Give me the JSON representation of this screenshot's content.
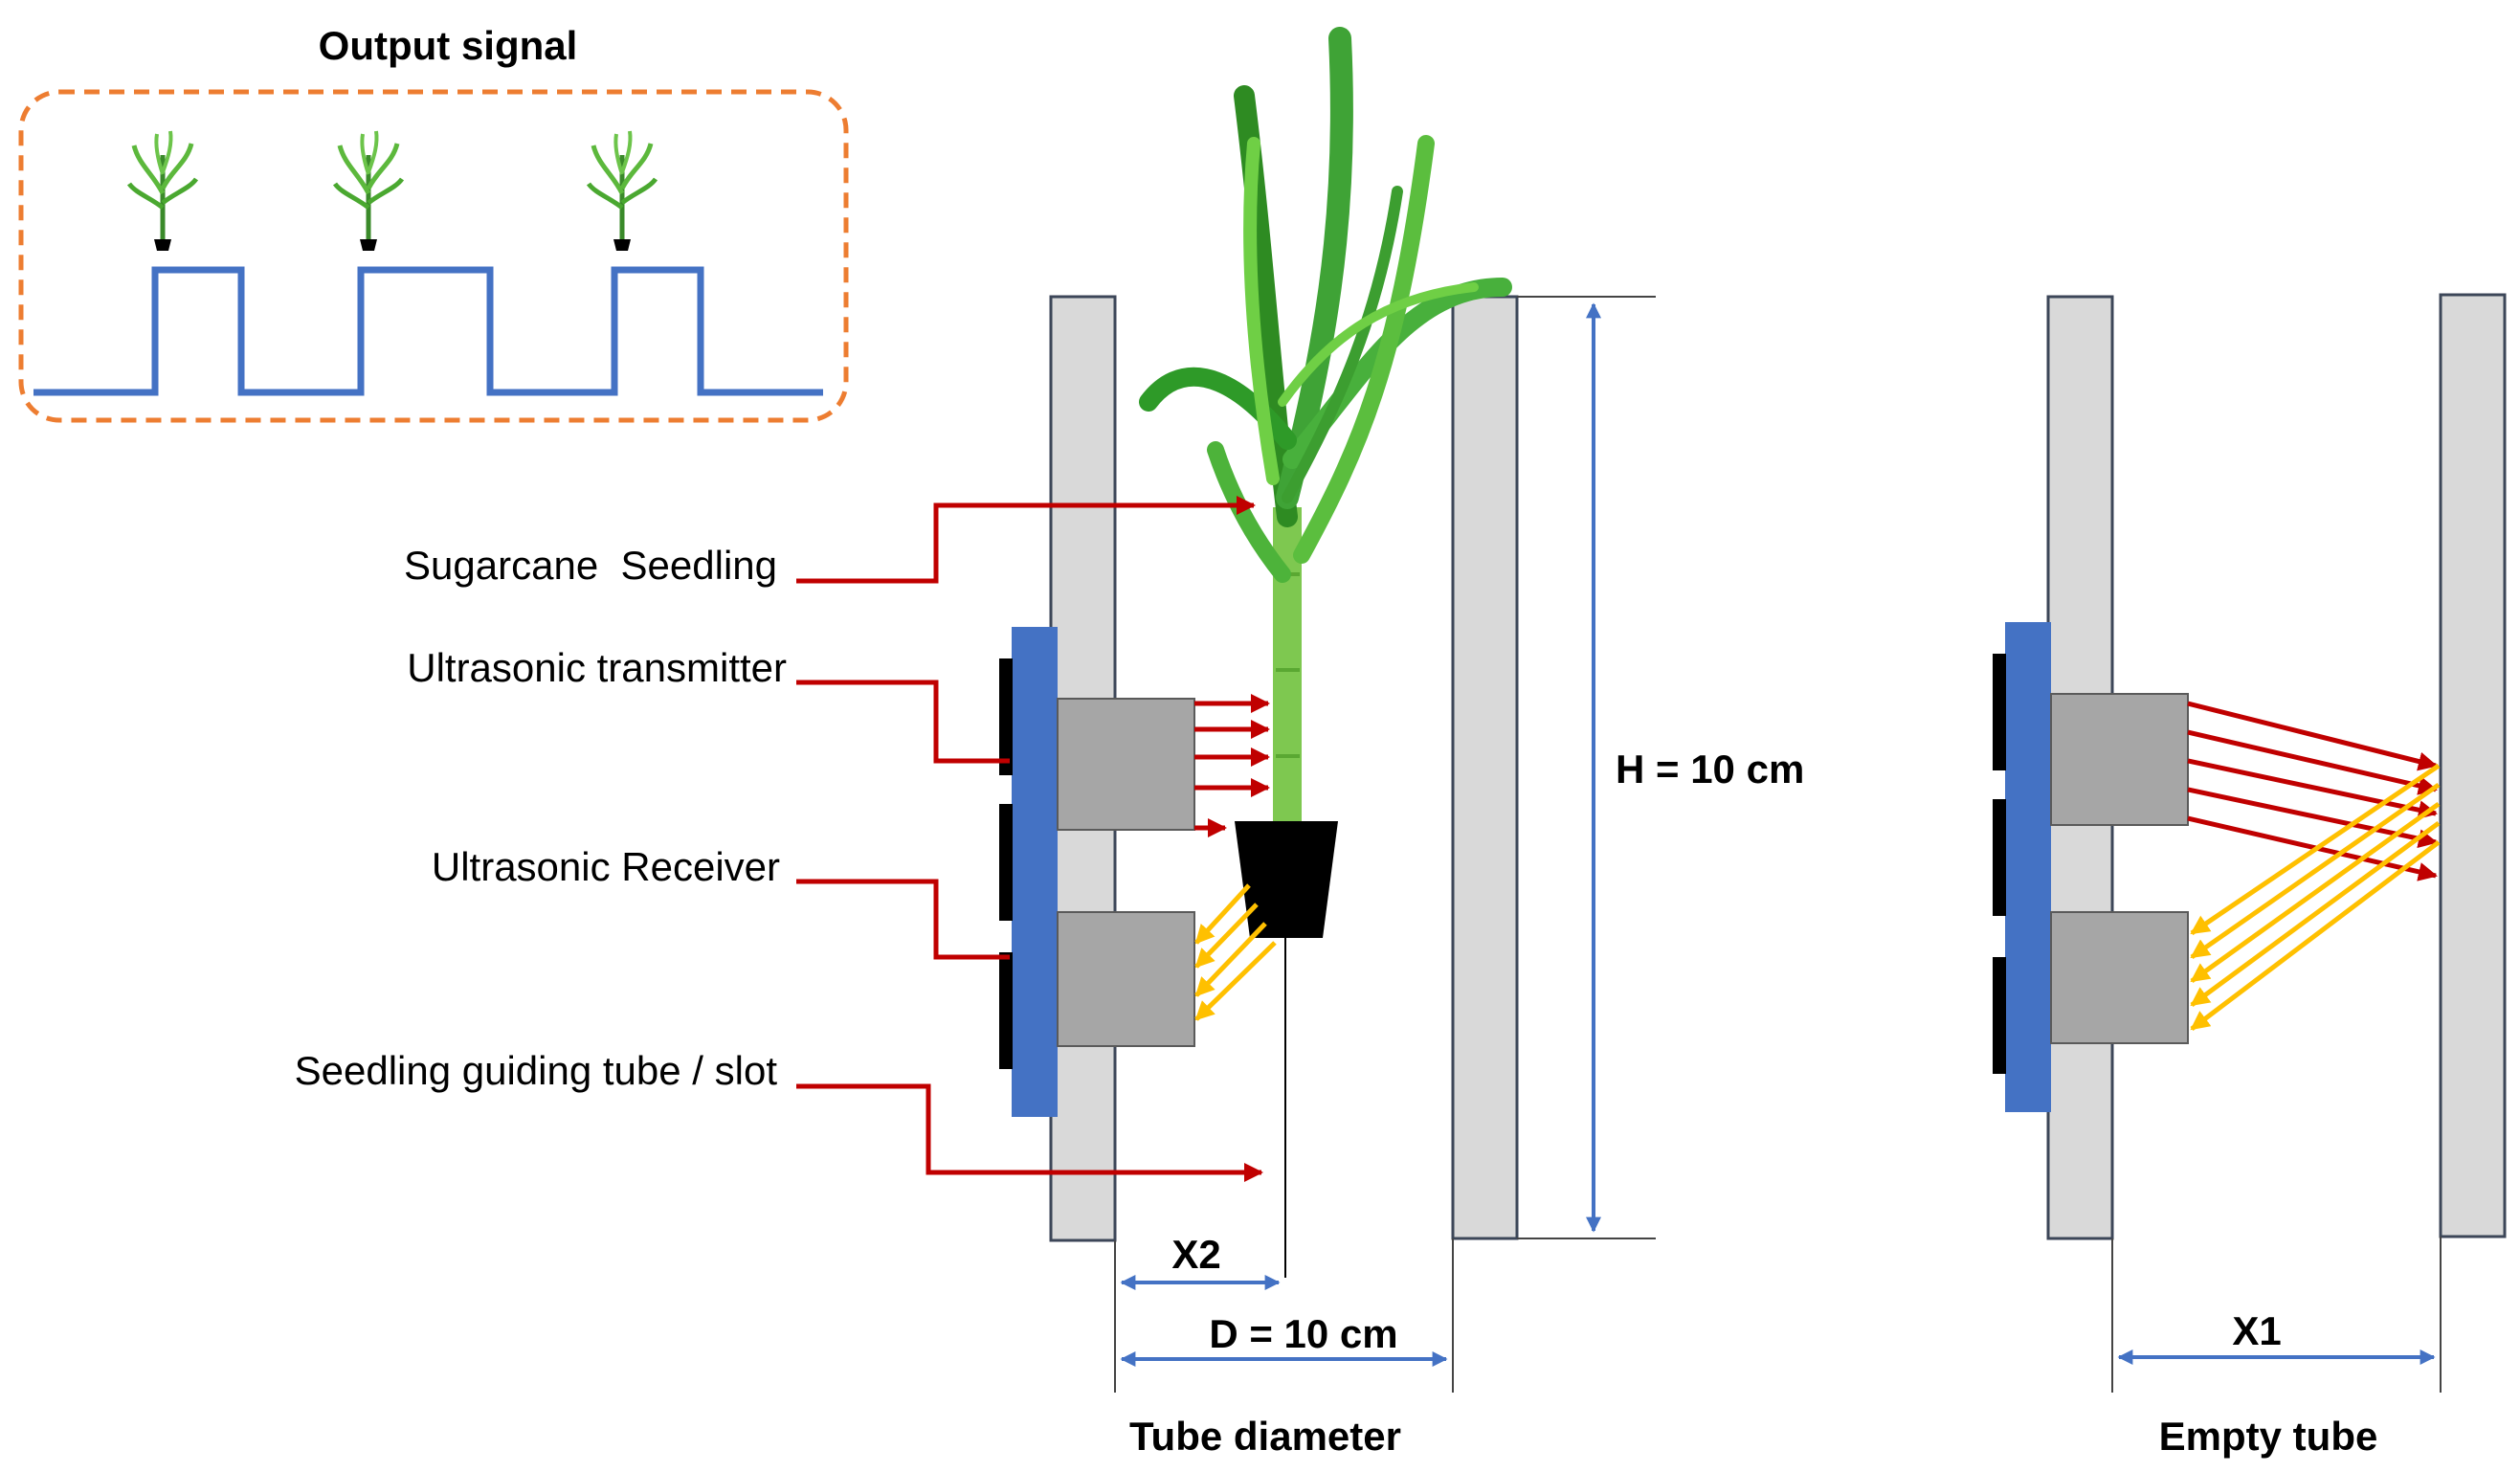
{
  "labels": {
    "output_signal": "Output signal",
    "sugarcane_seedling": "Sugarcane  Seedling",
    "ultrasonic_transmitter": "Ultrasonic transmitter",
    "ultrasonic_receiver": "Ultrasonic Receiver",
    "guiding_tube": "Seedling guiding tube / slot",
    "height": "H = 10 cm",
    "x2": "X2",
    "diameter": "D = 10 cm",
    "x1": "X1",
    "tube_diameter_caption": "Tube diameter",
    "empty_tube_caption": "Empty tube"
  },
  "colors": {
    "signal_box_border": "#ED7D31",
    "signal_line": "#4472C4",
    "tube_wall_fill": "#D9D9D9",
    "tube_wall_stroke": "#3C4658",
    "sensor_board": "#4472C4",
    "sensor_body": "#A6A6A6",
    "transmit_ray": "#C00000",
    "echo_ray": "#FFC000",
    "dimension_line": "#4472C4",
    "leader_line": "#C00000",
    "leaf_green": "#3FA336",
    "pot": "#000000"
  },
  "icons": [
    "sugarcane-seedling-icon",
    "pot-icon",
    "ultrasonic-sensor-icon"
  ]
}
